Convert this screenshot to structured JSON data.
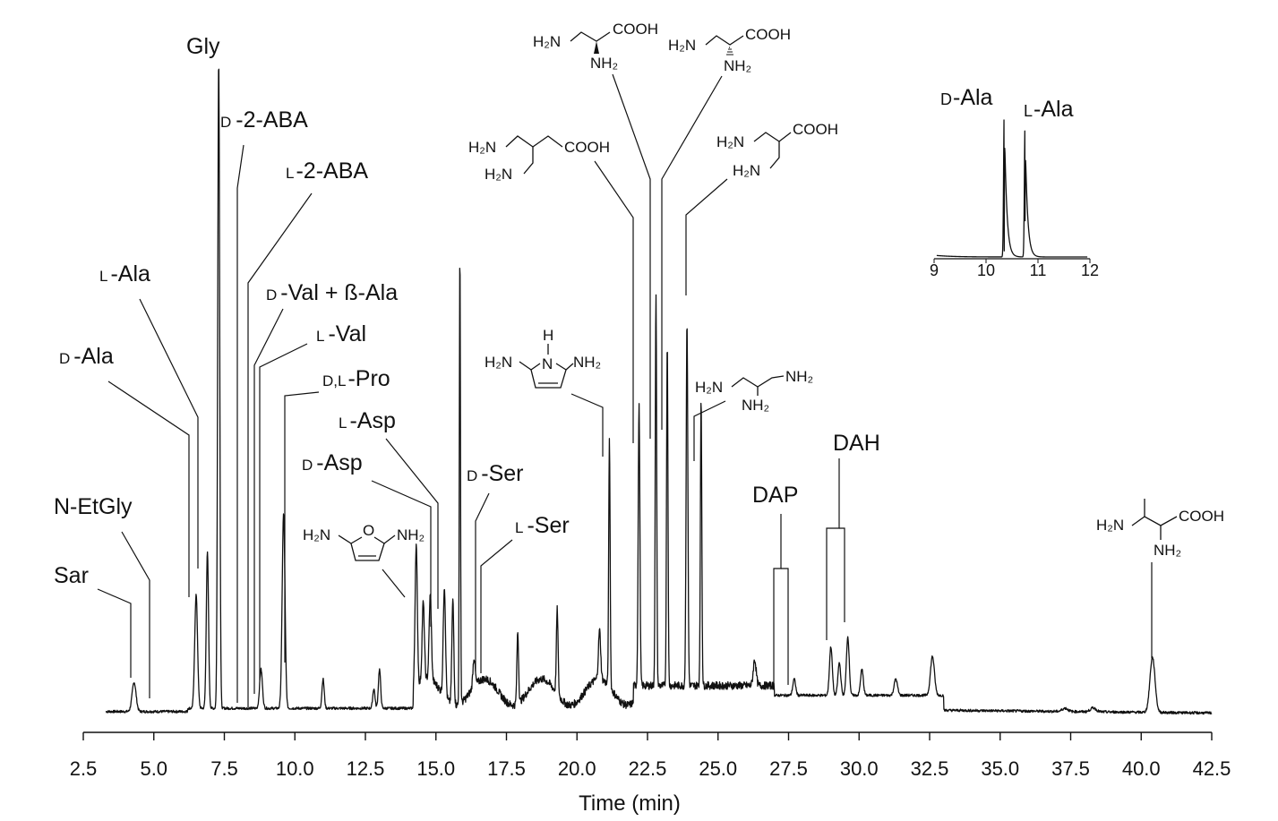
{
  "chart_data": [
    {
      "type": "line",
      "xlabel": "Time (min)",
      "ylabel": "",
      "xlim": [
        2.5,
        42.5
      ],
      "xticks": [
        "2.5",
        "5.0",
        "7.5",
        "10.0",
        "12.5",
        "15.0",
        "17.5",
        "20.0",
        "22.5",
        "25.0",
        "27.5",
        "30.0",
        "32.5",
        "35.0",
        "37.5",
        "40.0",
        "42.5"
      ],
      "baseline": 0.0,
      "peaks": [
        {
          "t": 4.3,
          "h": 0.045,
          "w": 0.07
        },
        {
          "t": 6.5,
          "h": 0.175,
          "w": 0.05
        },
        {
          "t": 6.9,
          "h": 0.24,
          "w": 0.04
        },
        {
          "t": 7.3,
          "h": 1.0,
          "w": 0.035
        },
        {
          "t": 8.8,
          "h": 0.06,
          "w": 0.05
        },
        {
          "t": 9.6,
          "h": 0.3,
          "w": 0.05
        },
        {
          "t": 11.0,
          "h": 0.045,
          "w": 0.04
        },
        {
          "t": 12.8,
          "h": 0.03,
          "w": 0.04
        },
        {
          "t": 13.0,
          "h": 0.06,
          "w": 0.04
        },
        {
          "t": 14.3,
          "h": 0.22,
          "w": 0.04
        },
        {
          "t": 14.55,
          "h": 0.12,
          "w": 0.04
        },
        {
          "t": 14.8,
          "h": 0.13,
          "w": 0.04
        },
        {
          "t": 15.3,
          "h": 0.17,
          "w": 0.04
        },
        {
          "t": 15.6,
          "h": 0.16,
          "w": 0.035
        },
        {
          "t": 15.85,
          "h": 0.7,
          "w": 0.02
        },
        {
          "t": 16.35,
          "h": 0.045,
          "w": 0.04
        },
        {
          "t": 17.9,
          "h": 0.11,
          "w": 0.03
        },
        {
          "t": 19.3,
          "h": 0.13,
          "w": 0.03
        },
        {
          "t": 20.8,
          "h": 0.075,
          "w": 0.04
        },
        {
          "t": 21.15,
          "h": 0.38,
          "w": 0.025
        },
        {
          "t": 22.2,
          "h": 0.43,
          "w": 0.03
        },
        {
          "t": 22.8,
          "h": 0.6,
          "w": 0.025
        },
        {
          "t": 23.2,
          "h": 0.53,
          "w": 0.025
        },
        {
          "t": 23.9,
          "h": 0.56,
          "w": 0.03
        },
        {
          "t": 24.4,
          "h": 0.44,
          "w": 0.025
        },
        {
          "t": 26.3,
          "h": 0.04,
          "w": 0.05
        },
        {
          "t": 27.7,
          "h": 0.025,
          "w": 0.05
        },
        {
          "t": 29.0,
          "h": 0.075,
          "w": 0.05
        },
        {
          "t": 29.3,
          "h": 0.05,
          "w": 0.05
        },
        {
          "t": 29.6,
          "h": 0.09,
          "w": 0.05
        },
        {
          "t": 30.1,
          "h": 0.04,
          "w": 0.05
        },
        {
          "t": 31.3,
          "h": 0.025,
          "w": 0.06
        },
        {
          "t": 32.6,
          "h": 0.06,
          "w": 0.07
        },
        {
          "t": 37.3,
          "h": 0.005,
          "w": 0.1
        },
        {
          "t": 38.3,
          "h": 0.006,
          "w": 0.1
        },
        {
          "t": 40.4,
          "h": 0.085,
          "w": 0.09
        }
      ],
      "annotations": [
        {
          "id": "sar",
          "prefix": "",
          "text": "Sar",
          "t": 4.3
        },
        {
          "id": "n-etgly",
          "prefix": "",
          "text": "N-EtGly",
          "t": 4.9
        },
        {
          "id": "d-ala",
          "prefix": "D",
          "text": "-Ala",
          "t": 6.5
        },
        {
          "id": "l-ala",
          "prefix": "L",
          "text": "-Ala",
          "t": 6.9
        },
        {
          "id": "gly",
          "prefix": "",
          "text": "Gly",
          "t": 7.3
        },
        {
          "id": "d-2-aba",
          "prefix": "D",
          "text": "-2-ABA",
          "t": 8.0
        },
        {
          "id": "l-2-aba",
          "prefix": "L",
          "text": "-2-ABA",
          "t": 8.4
        },
        {
          "id": "d-val-b-ala",
          "prefix": "D",
          "text": "-Val + ß-Ala",
          "t": 8.6
        },
        {
          "id": "l-val",
          "prefix": "L",
          "text": "-Val",
          "t": 8.8
        },
        {
          "id": "dl-pro",
          "prefix": "D,L",
          "text": "-Pro",
          "t": 9.8
        },
        {
          "id": "l-asp",
          "prefix": "L",
          "text": "-Asp",
          "t": 15.2
        },
        {
          "id": "d-asp",
          "prefix": "D",
          "text": "-Asp",
          "t": 15.0
        },
        {
          "id": "d-ser",
          "prefix": "D",
          "text": "-Ser",
          "t": 16.6
        },
        {
          "id": "l-ser",
          "prefix": "L",
          "text": "-Ser",
          "t": 16.7
        },
        {
          "id": "dap",
          "prefix": "",
          "text": "DAP",
          "t": 27.4
        },
        {
          "id": "dah",
          "prefix": "",
          "text": "DAH",
          "t": 29.3
        }
      ],
      "structures": {
        "h2n": "H₂N",
        "nh2": "NH₂",
        "cooh": "COOH",
        "h": "H",
        "n": "N",
        "o": "O"
      }
    },
    {
      "type": "line",
      "inset": true,
      "xlim": [
        9,
        12
      ],
      "xticks": [
        "9",
        "10",
        "11",
        "12"
      ],
      "series": [
        {
          "name": "D-Ala",
          "peak_t": 10.35,
          "h": 1.0
        },
        {
          "name": "L-Ala",
          "peak_t": 10.75,
          "h": 0.89
        }
      ],
      "labels": [
        {
          "prefix": "D",
          "text": "-Ala"
        },
        {
          "prefix": "L",
          "text": "-Ala"
        }
      ]
    }
  ]
}
